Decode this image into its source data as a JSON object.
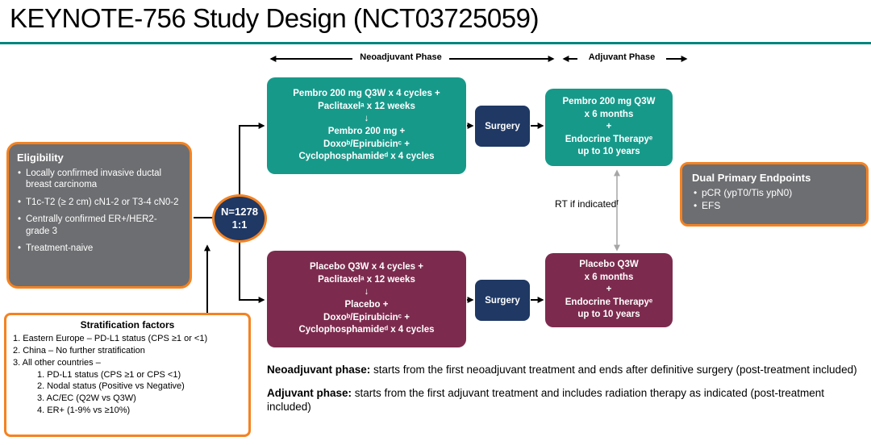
{
  "colors": {
    "rule_teal": "#00857c",
    "arm_teal": "#17998a",
    "arm_maroon": "#7c2b4e",
    "navy": "#1f3864",
    "orange_border": "#f58220",
    "panel_gray": "#6d6e71",
    "rt_arrow_gray": "#a6a6a6"
  },
  "title": "KEYNOTE-756 Study Design (NCT03725059)",
  "phase_bar": {
    "neoadjuvant": "Neoadjuvant Phase",
    "adjuvant": "Adjuvant Phase"
  },
  "eligibility": {
    "heading": "Eligibility",
    "items": [
      "Locally confirmed invasive ductal breast carcinoma",
      "T1c-T2 (≥ 2 cm) cN1-2 or T3-4 cN0-2",
      "Centrally confirmed ER+/HER2- grade 3",
      "Treatment-naive"
    ]
  },
  "randomization": {
    "n": "N=1278",
    "ratio": "1:1"
  },
  "neoadjuvant_pembro": {
    "lines": [
      "Pembro 200 mg Q3W x 4 cycles +",
      "Paclitaxelᵃ x 12 weeks",
      "↓",
      "Pembro 200 mg +",
      "Doxoᵇ/Epirubicinᶜ +",
      "Cyclophosphamideᵈ x 4 cycles"
    ]
  },
  "neoadjuvant_placebo": {
    "lines": [
      "Placebo Q3W x 4 cycles +",
      "Paclitaxelᵃ x 12 weeks",
      "↓",
      "Placebo +",
      "Doxoᵇ/Epirubicinᶜ +",
      "Cyclophosphamideᵈ x 4 cycles"
    ]
  },
  "surgery_label": "Surgery",
  "adjuvant_pembro": {
    "lines": [
      "Pembro 200 mg Q3W",
      "x 6 months",
      "+",
      "Endocrine Therapyᵉ",
      "up to 10 years"
    ]
  },
  "adjuvant_placebo": {
    "lines": [
      "Placebo Q3W",
      "x 6 months",
      "+",
      "Endocrine Therapyᵉ",
      "up to 10 years"
    ]
  },
  "rt_note": "RT if indicatedᶠ",
  "endpoints": {
    "heading": "Dual Primary Endpoints",
    "items": [
      "pCR (ypT0/Tis ypN0)",
      "EFS"
    ]
  },
  "stratification": {
    "heading": "Stratification factors",
    "items": [
      "1. Eastern Europe – PD-L1 status (CPS ≥1 or <1)",
      "2. China – No further stratification",
      "3. All other countries –"
    ],
    "sub_items": [
      "1. PD-L1 status (CPS ≥1 or CPS <1)",
      "2. Nodal status (Positive vs Negative)",
      "3. AC/EC (Q2W vs Q3W)",
      "4. ER+ (1-9% vs ≥10%)"
    ]
  },
  "definitions": [
    {
      "label": "Neoadjuvant phase:",
      "text": " starts from the first neoadjuvant treatment and ends after definitive surgery (post-treatment included)"
    },
    {
      "label": "Adjuvant phase:",
      "text": " starts from the first adjuvant treatment and includes radiation therapy as indicated (post-treatment included)"
    }
  ]
}
